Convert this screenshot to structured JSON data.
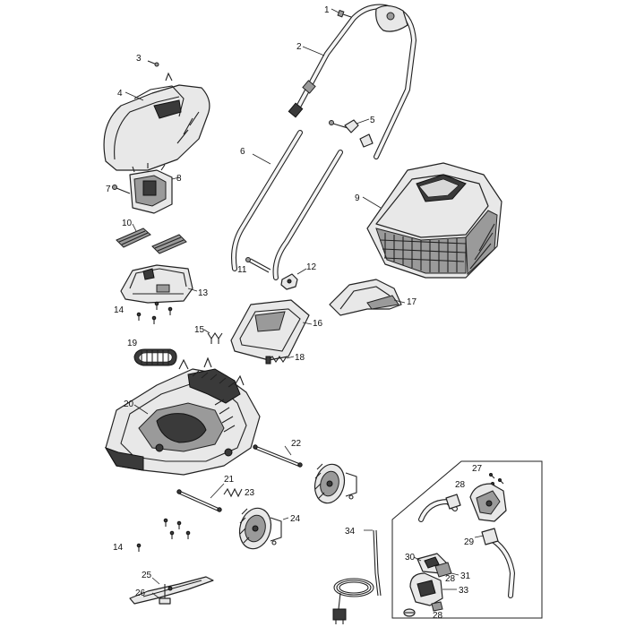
{
  "labels": {
    "p1": "1",
    "p2": "2",
    "p3": "3",
    "p4": "4",
    "p5": "5",
    "p6": "6",
    "p7": "7",
    "p8": "8",
    "p9": "9",
    "p10": "10",
    "p11": "11",
    "p12": "12",
    "p13": "13",
    "p14a": "14",
    "p14b": "14",
    "p15": "15",
    "p16": "16",
    "p17": "17",
    "p18": "18",
    "p19": "19",
    "p20": "20",
    "p21": "21",
    "p22": "22",
    "p23": "23",
    "p24": "24",
    "p25": "25",
    "p26": "26",
    "p27": "27",
    "p28a": "28",
    "p28b": "28",
    "p28c": "28",
    "p29": "29",
    "p30": "30",
    "p31": "31",
    "p33": "33",
    "p34": "34"
  }
}
